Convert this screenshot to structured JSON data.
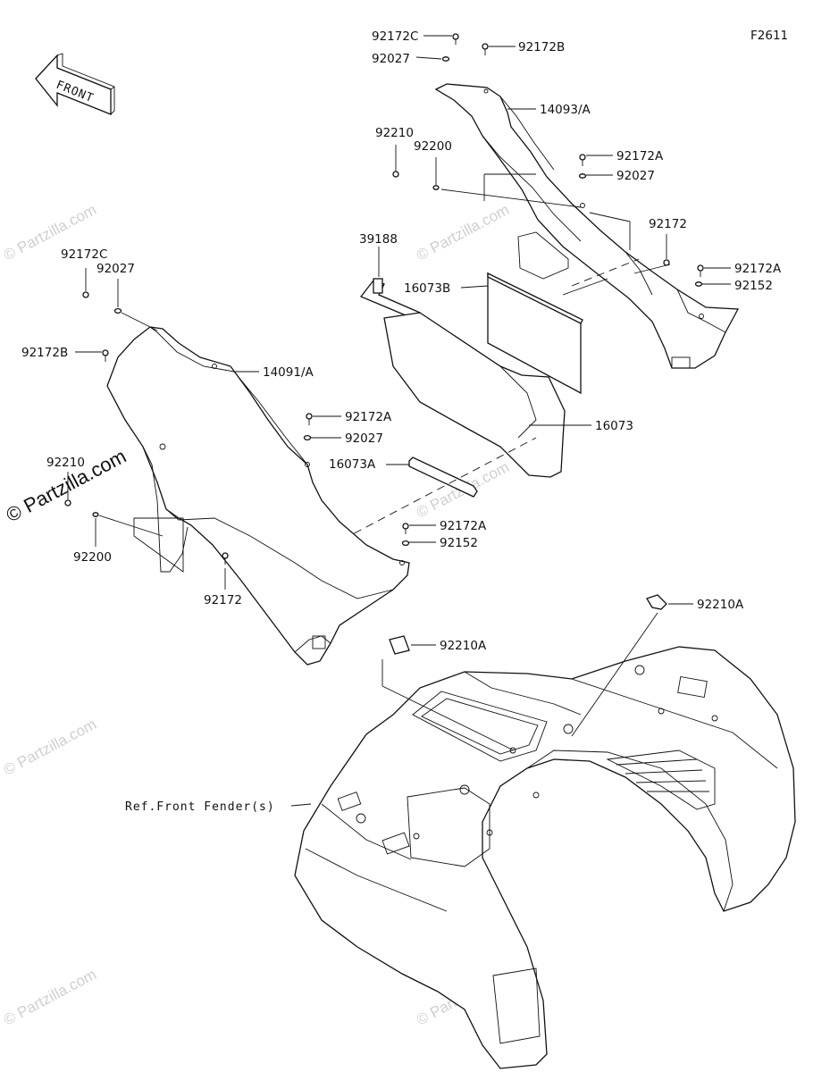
{
  "diagram_code": "F2611",
  "front_arrow_text": "FRONT",
  "ref_label": "Ref.Front Fender(s)",
  "watermark_text": "Partzilla.com",
  "watermark_symbol": "©",
  "labels": {
    "upper_92172C": "92172C",
    "upper_92172B": "92172B",
    "upper_92027": "92027",
    "upper_14093A": "14093/A",
    "upper_92210": "92210",
    "upper_92200": "92200",
    "upper_92172A": "92172A",
    "upper_92027b": "92027",
    "upper_92172": "92172",
    "upper_92172A_b": "92172A",
    "upper_92152": "92152",
    "mid_39188": "39188",
    "mid_16073B": "16073B",
    "mid_16073": "16073",
    "mid_16073A": "16073A",
    "left_92172C": "92172C",
    "left_92027": "92027",
    "left_92172B": "92172B",
    "left_14091A": "14091/A",
    "left_92172A": "92172A",
    "left_92027b": "92027",
    "left_92210": "92210",
    "left_92200": "92200",
    "left_92172": "92172",
    "left_92172A_b": "92172A",
    "left_92152": "92152",
    "fender_92210A_right": "92210A",
    "fender_92210A_left": "92210A"
  },
  "colors": {
    "line": "#111111",
    "watermark": "#cfcfcf",
    "background": "#ffffff"
  }
}
